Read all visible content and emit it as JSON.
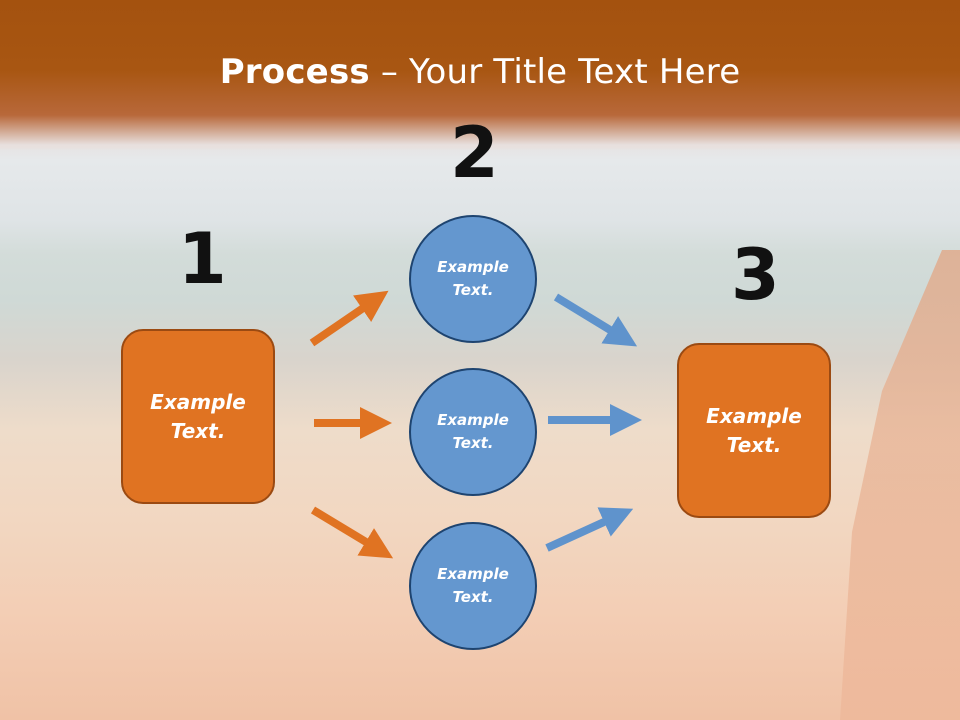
{
  "title": {
    "bold": "Process",
    "rest": " – Your Title Text Here"
  },
  "steps": [
    {
      "number": "1",
      "label": "Example\nText."
    },
    {
      "number": "2",
      "circles": [
        "Example\nText.",
        "Example\nText.",
        "Example\nText."
      ]
    },
    {
      "number": "3",
      "label": "Example\nText."
    }
  ],
  "colors": {
    "box_fill": "#e07322",
    "circle_fill": "#6497cf",
    "orange_arrow": "#e07322",
    "blue_arrow": "#5f93cc",
    "header": "#a4520f"
  }
}
